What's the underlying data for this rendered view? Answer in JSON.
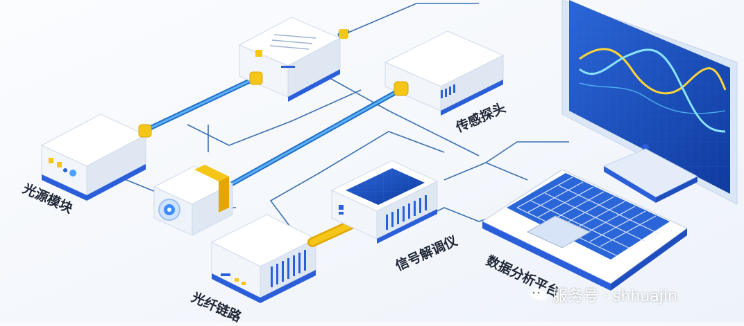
{
  "labels": {
    "light_source": "光源模块",
    "fiber_link": "光纤链路",
    "signal_demodulator": "信号解调仪",
    "sensor_probe": "传感探头",
    "data_platform": "数据分析平台"
  },
  "watermark": {
    "text": "服务号 · shhuajin",
    "icon": "wechat-icon"
  },
  "colors": {
    "fiber": "#2f8fe0",
    "connector": "#f5c518",
    "device_body": "#ffffff",
    "device_side": "#dfe7f3",
    "device_edge": "#2b5fd9",
    "screen": "#1f56c9",
    "wave1": "#ffd43b",
    "wave2": "#8be4ff",
    "cable": "#3a6fb0"
  }
}
